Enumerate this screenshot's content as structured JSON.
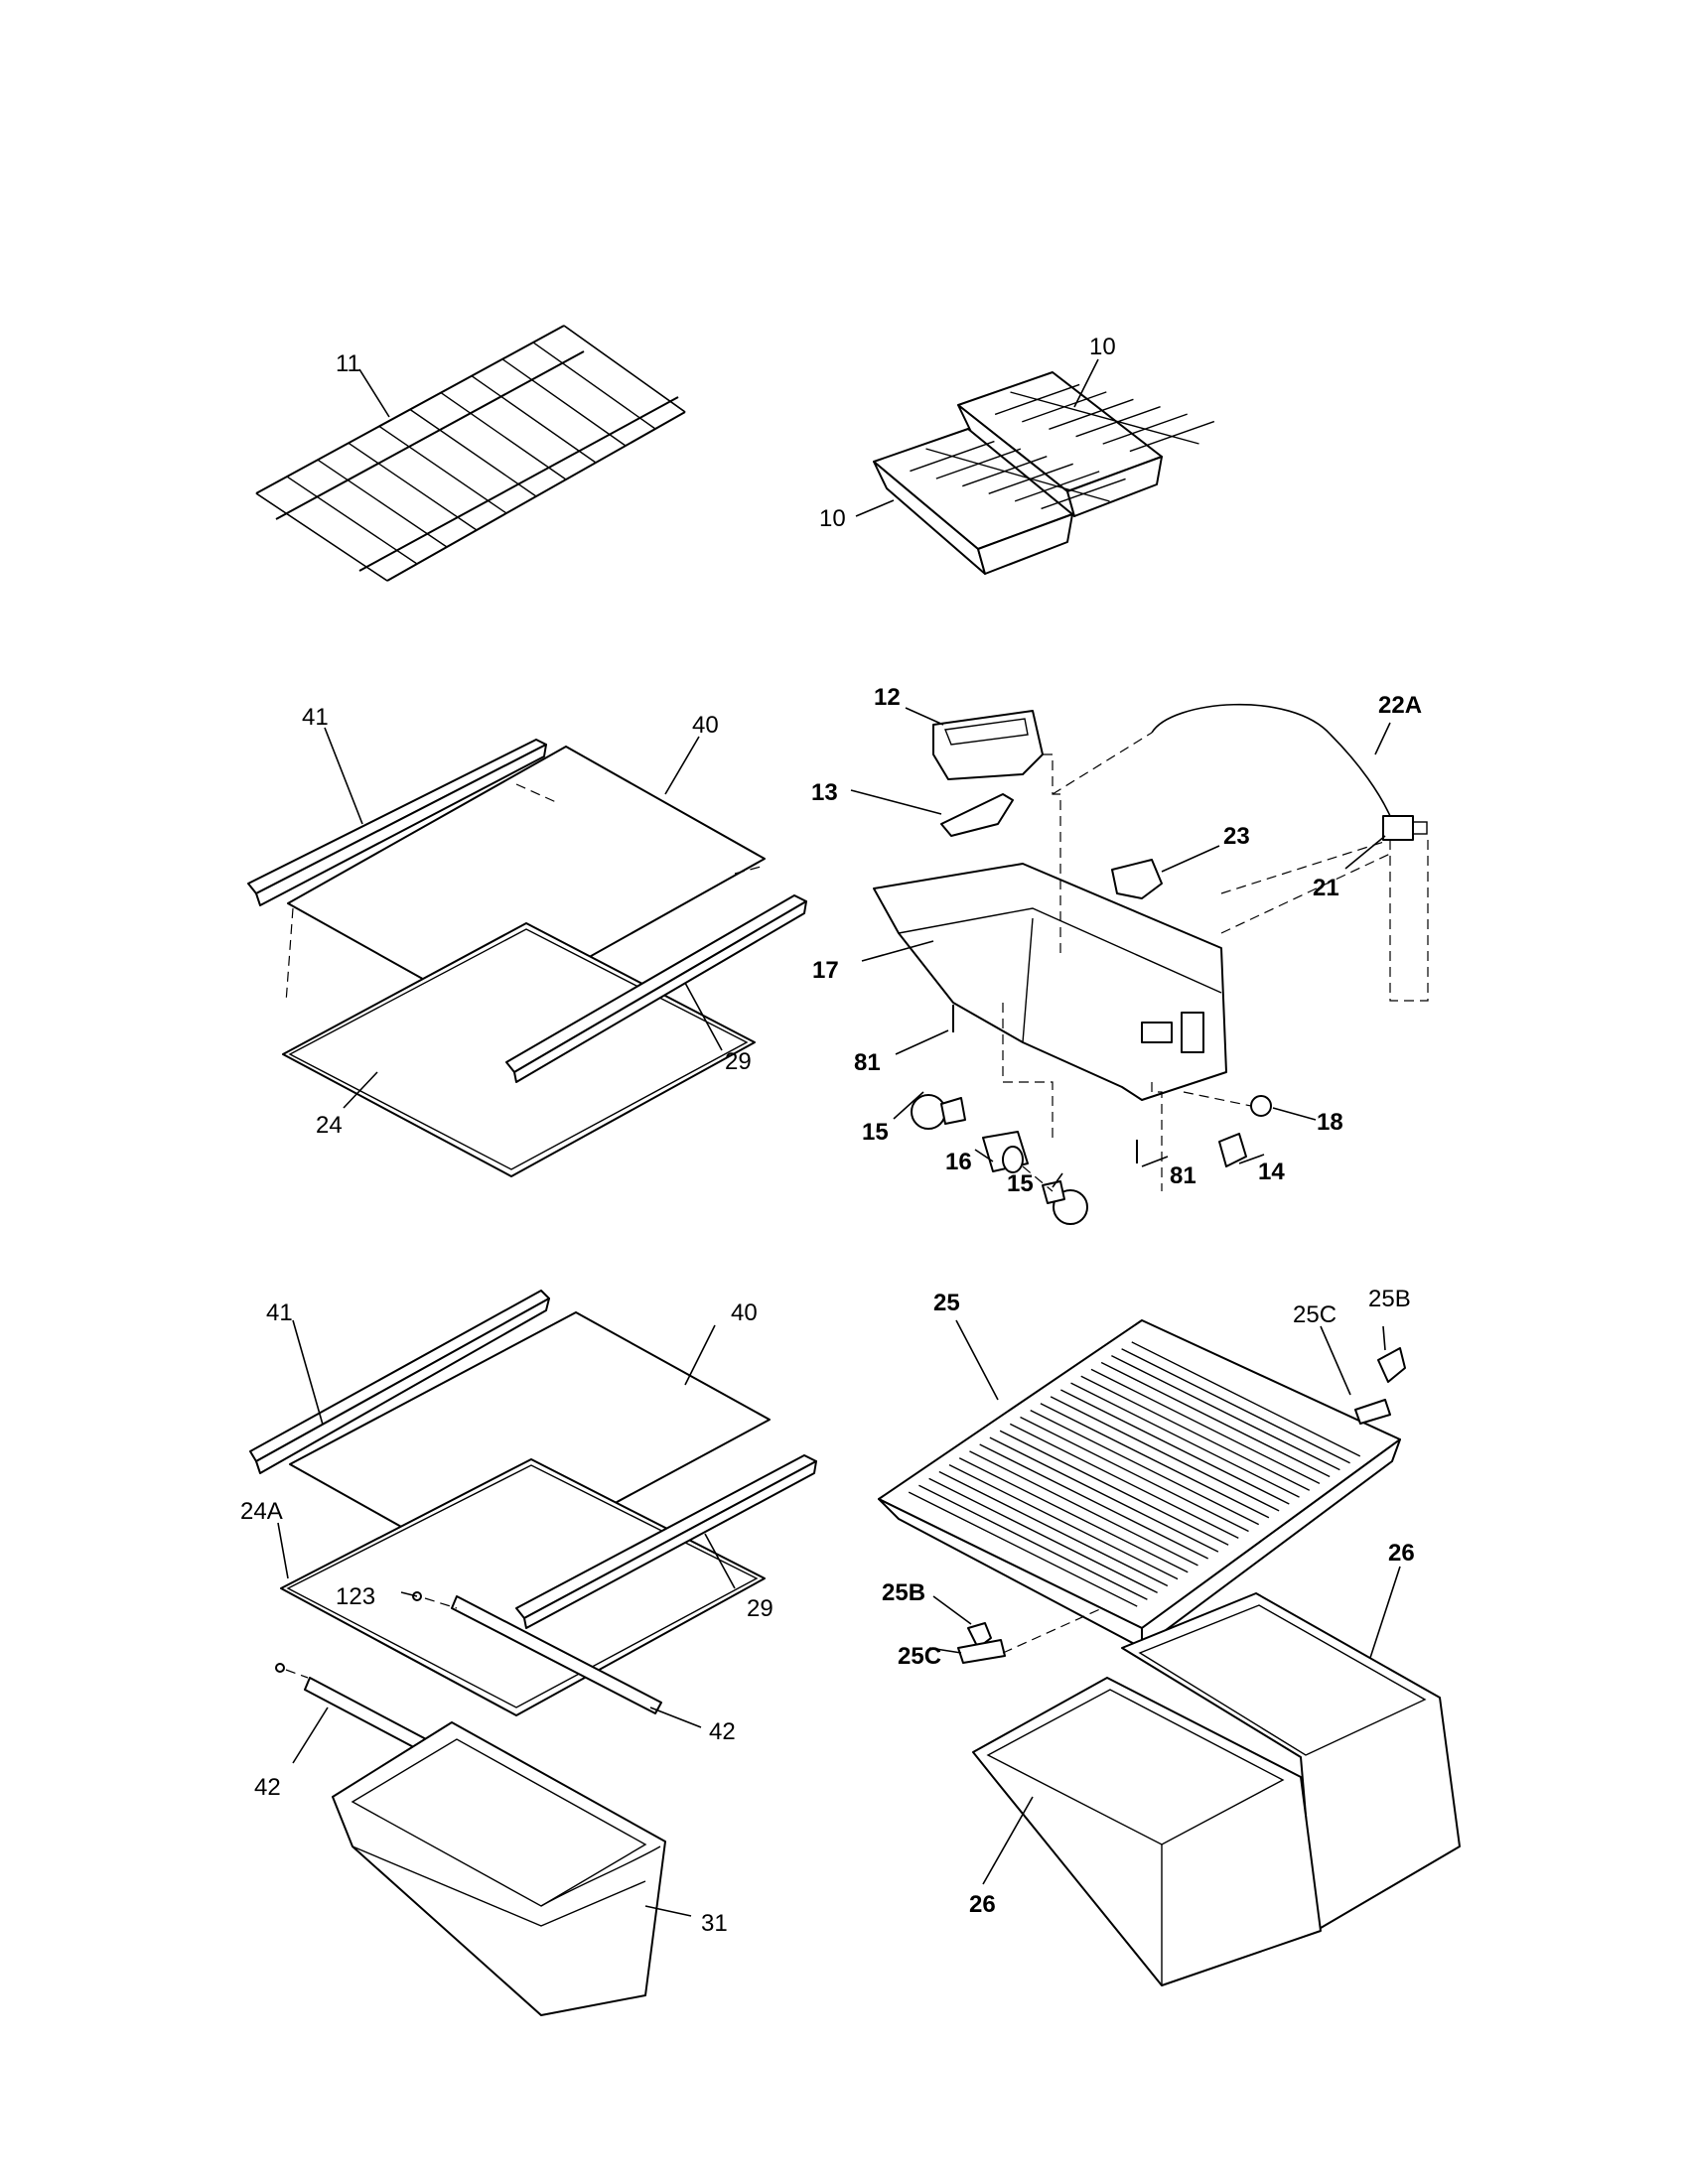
{
  "diagram": {
    "callouts": {
      "c11": "11",
      "c10a": "10",
      "c10b": "10",
      "c41a": "41",
      "c40a": "40",
      "c29a": "29",
      "c24": "24",
      "c12": "12",
      "c13": "13",
      "c22a": "22A",
      "c23": "23",
      "c21": "21",
      "c17": "17",
      "c81a": "81",
      "c15a": "15",
      "c16": "16",
      "c15b": "15",
      "c81b": "81",
      "c14": "14",
      "c18": "18",
      "c41b": "41",
      "c40b": "40",
      "c24a": "24A",
      "c123": "123",
      "c29b": "29",
      "c42a": "42",
      "c42b": "42",
      "c31": "31",
      "c25": "25",
      "c25c_top": "25C",
      "c25b_top": "25B",
      "c25b_bot": "25B",
      "c25c_bot": "25C",
      "c26a": "26",
      "c26b": "26"
    }
  }
}
